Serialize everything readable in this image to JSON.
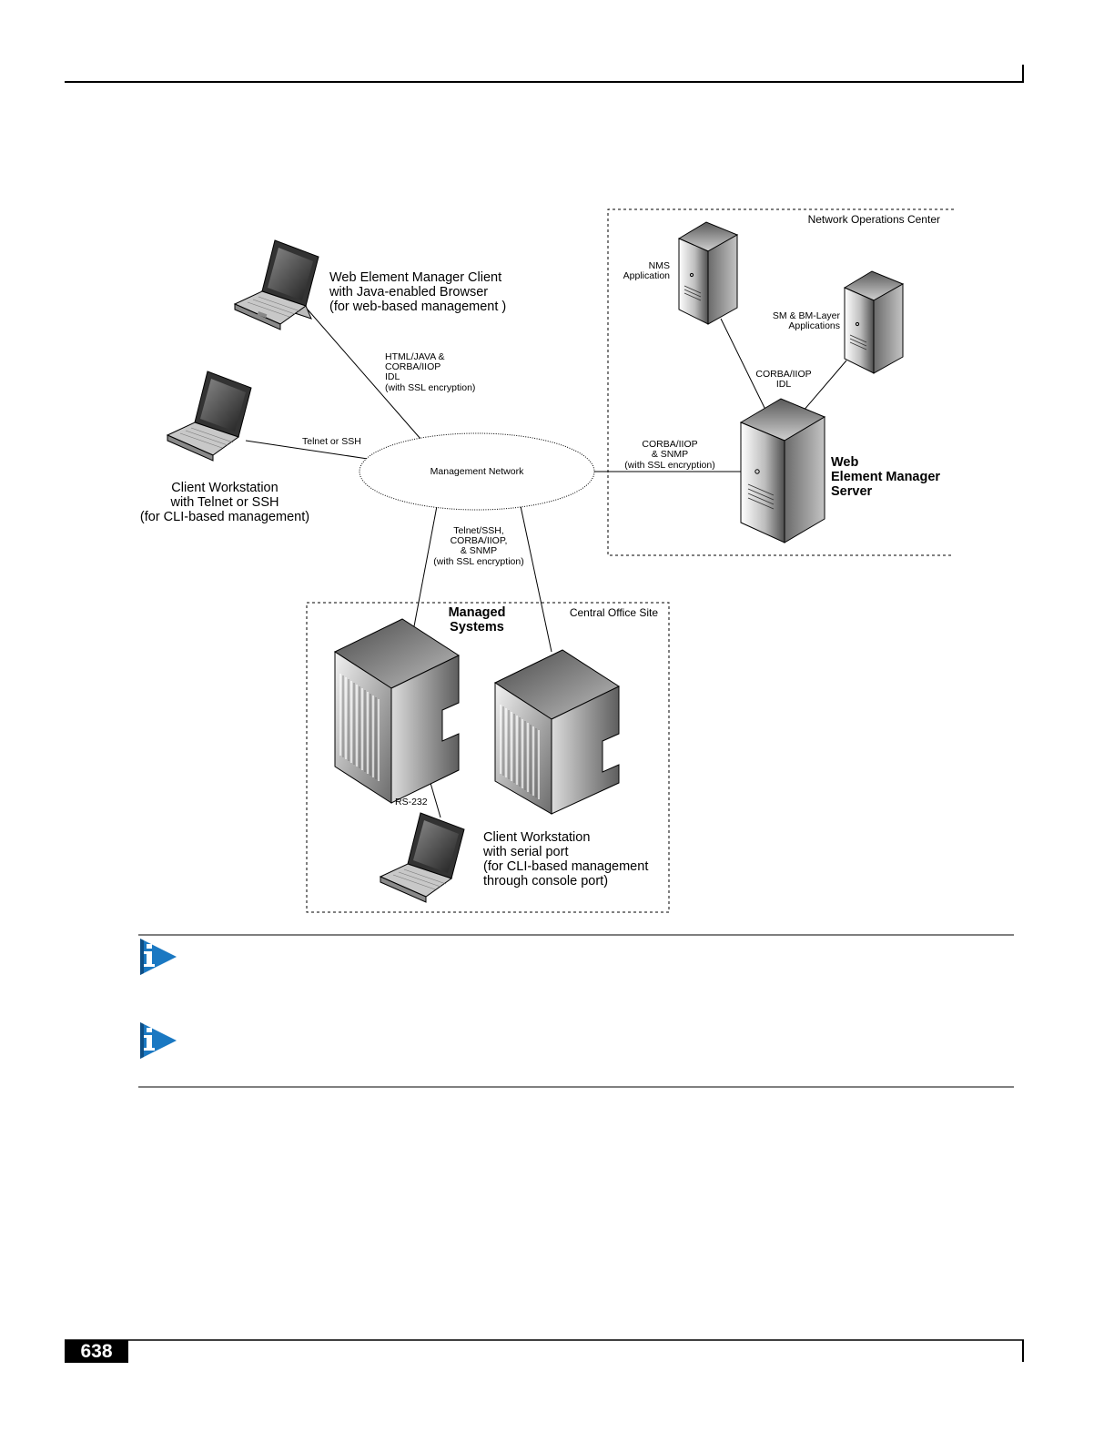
{
  "page": {
    "number": "638"
  },
  "diagram": {
    "regions": {
      "noc": "Network Operations Center",
      "central_office": "Central Office Site"
    },
    "nodes": {
      "web_client_label": [
        "Web Element Manager Client",
        "with Java-enabled Browser",
        "(for web-based  management )"
      ],
      "cli_workstation_label": [
        "Client Workstation",
        "with Telnet or SSH",
        "(for CLI-based management)"
      ],
      "management_network": "Management Network",
      "nms_label": [
        "NMS",
        "Application"
      ],
      "sm_bm_label": [
        "SM & BM-Layer",
        "Applications"
      ],
      "wem_server_label": [
        "Web",
        "Element Manager",
        "Server"
      ],
      "managed_systems_label": [
        "Managed",
        "Systems"
      ],
      "serial_workstation_label": [
        "Client Workstation",
        "with serial port",
        "(for CLI-based management",
        "through console port)"
      ]
    },
    "links": {
      "web_client_to_network": [
        "HTML/JAVA &",
        "CORBA/IIOP",
        "IDL",
        "(with SSL encryption)"
      ],
      "cli_to_network": "Telnet or SSH",
      "network_to_server": [
        "CORBA/IIOP",
        "& SNMP",
        "(with SSL encryption)"
      ],
      "apps_to_server": [
        "CORBA/IIOP",
        "IDL"
      ],
      "network_to_managed": [
        "Telnet/SSH,",
        "CORBA/IIOP,",
        "& SNMP",
        "(with SSL encryption)"
      ],
      "managed_to_serial": "RS-232"
    }
  },
  "notes": [
    {
      "icon": "info-icon"
    },
    {
      "icon": "info-icon"
    }
  ],
  "colors": {
    "info_icon": "#1a78c2"
  }
}
